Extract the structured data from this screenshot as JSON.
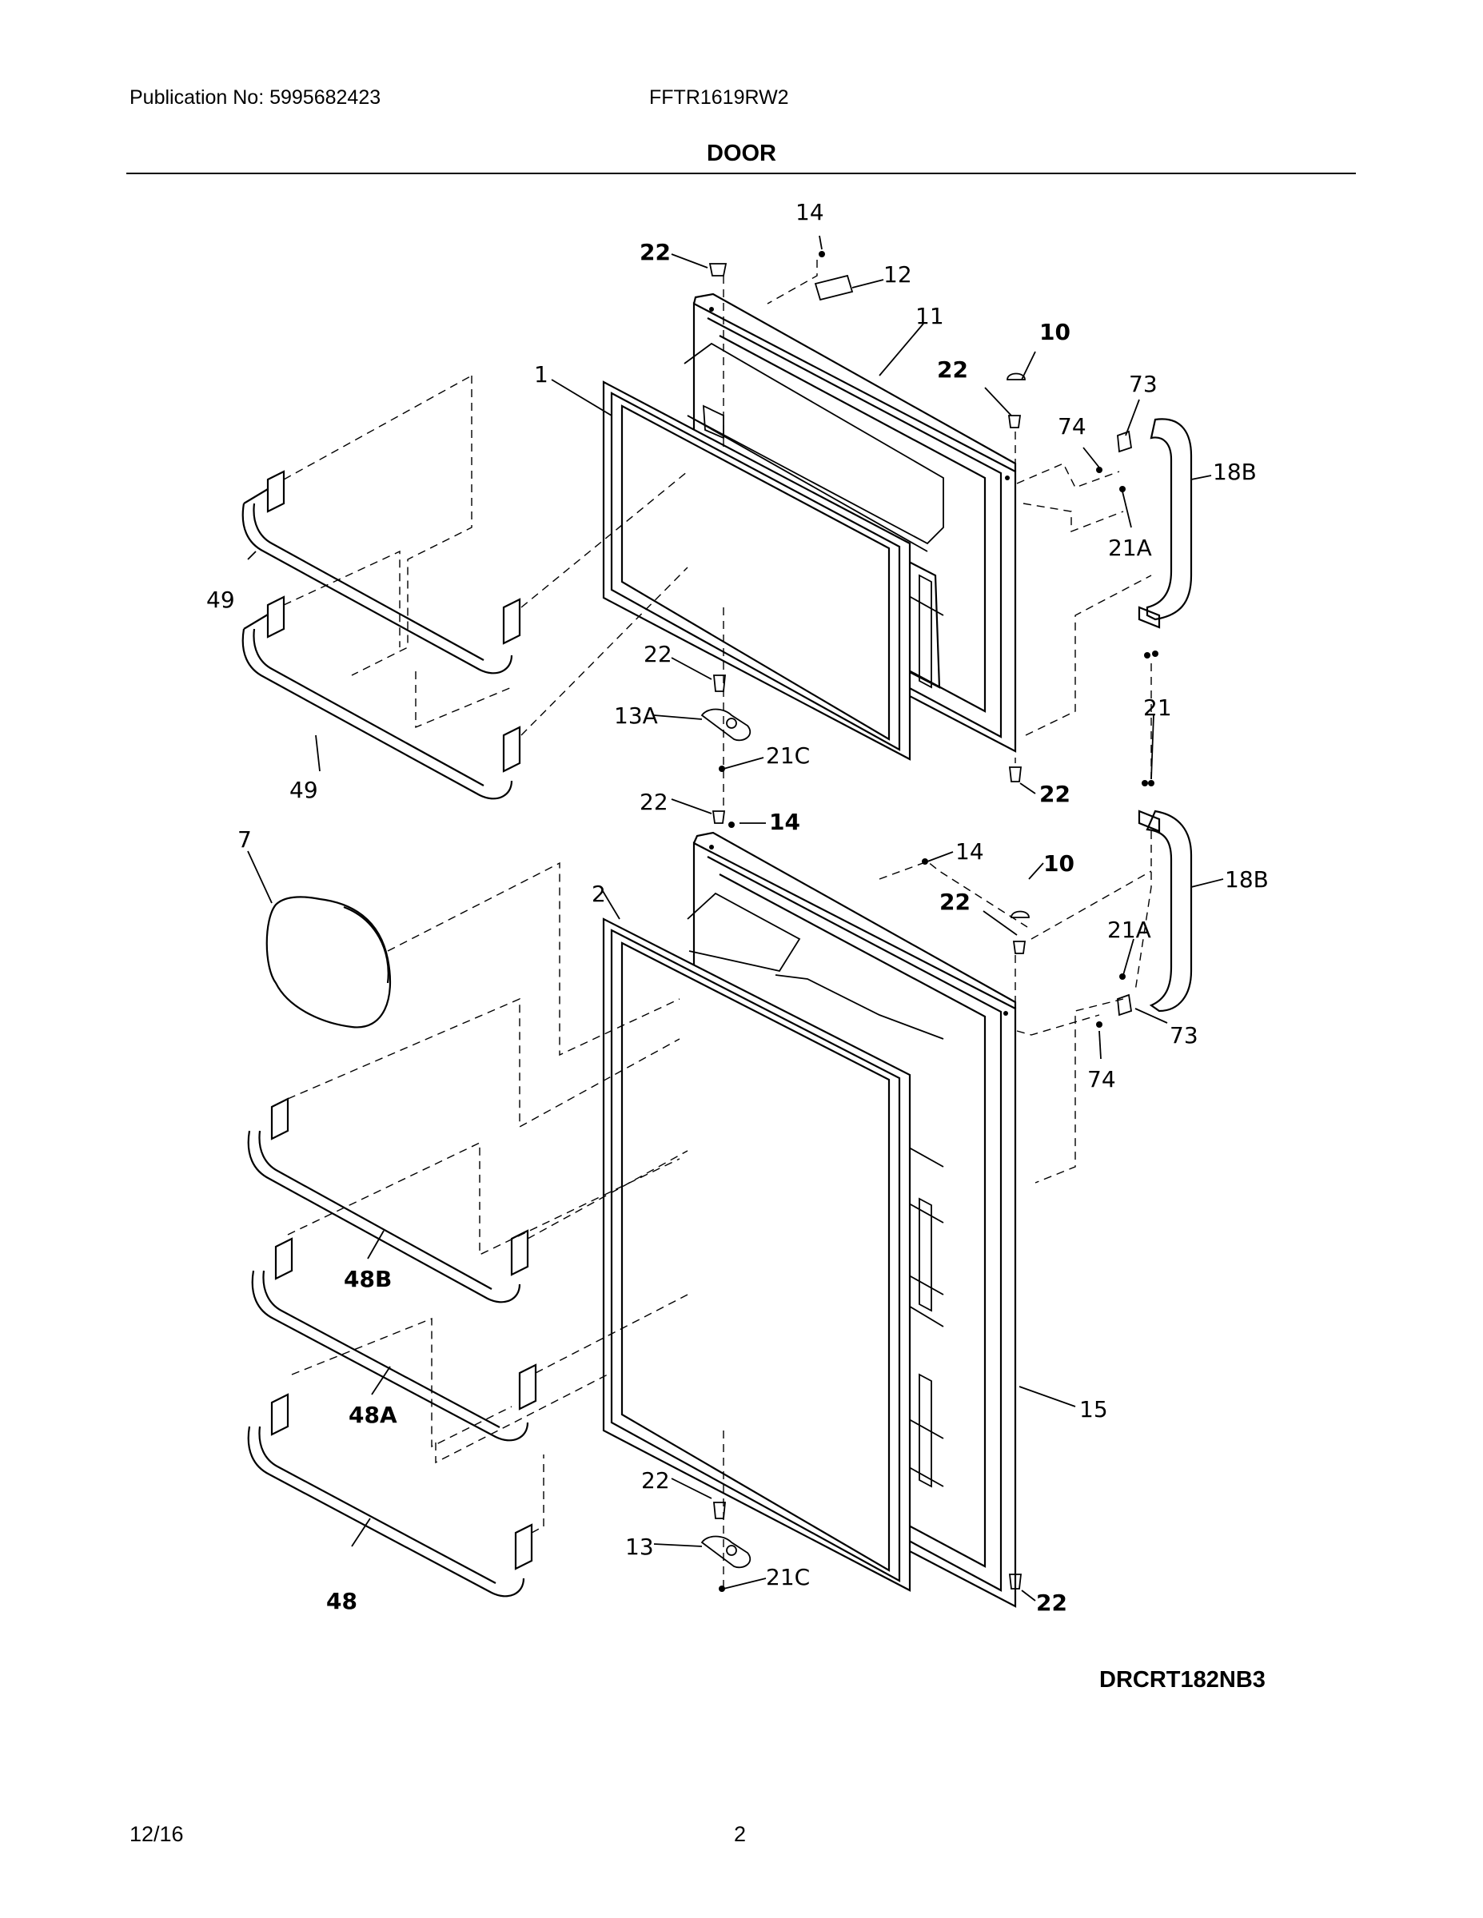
{
  "header": {
    "publication": "Publication No: 5995682423",
    "model": "FFTR1619RW2",
    "title": "DOOR"
  },
  "footer": {
    "diagram_code": "DRCRT182NB3",
    "date": "12/16",
    "page": "2"
  },
  "callouts": {
    "c14a": "14",
    "c22a": "22",
    "c12": "12",
    "c11": "11",
    "c10a": "10",
    "c22b": "22",
    "c1": "1",
    "c73a": "73",
    "c74a": "74",
    "c18Ba": "18B",
    "c21Aa": "21A",
    "c49a": "49",
    "c22c": "22",
    "c21": "21",
    "c13A": "13A",
    "c21Ca": "21C",
    "c49b": "49",
    "c22d": "22",
    "c22e": "22",
    "c14b": "14",
    "c7": "7",
    "c14c": "14",
    "c10b": "10",
    "c2": "2",
    "c22f": "22",
    "c18Bb": "18B",
    "c21Ab": "21A",
    "c73b": "73",
    "c74b": "74",
    "c48B": "48B",
    "c48A": "48A",
    "c15": "15",
    "c22g": "22",
    "c13": "13",
    "c21Cb": "21C",
    "c48": "48",
    "c22h": "22"
  }
}
